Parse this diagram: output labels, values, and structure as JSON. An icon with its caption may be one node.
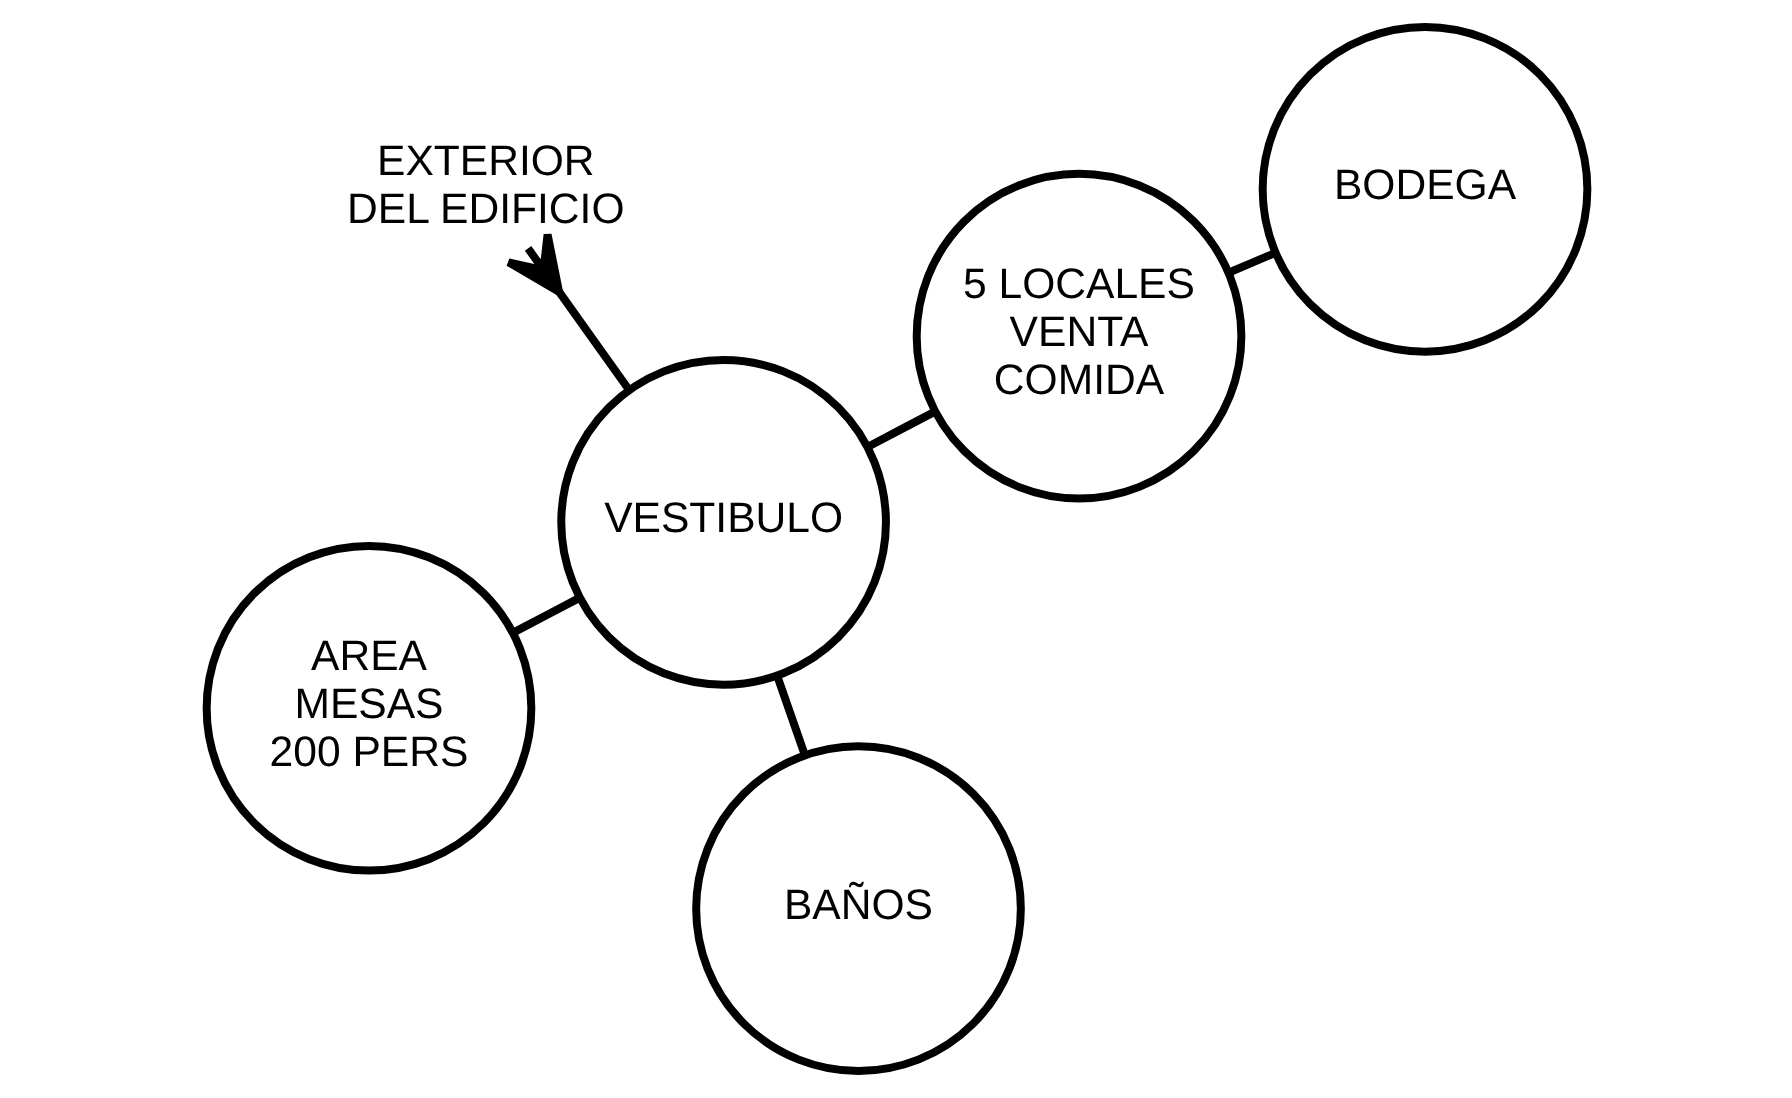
{
  "diagram": {
    "nodes": [
      {
        "text": [
          "AREA MESAS 200 PERS"
        ]
      },
      {
        "text": [
          "BODEGA"
        ]
      },
      {
        "text": [
          "BAÑOS"
        ]
      },
      {
        "text": [
          "5 LOCALES VENTA COMIDA"
        ]
      },
      {
        "text": [
          "VESTIBULO"
        ]
      },
      {
        "text": [
          "EXTERIOR DEL EDIFICIO"
        ]
      }
    ],
    "edges": [
      {
        "from": 1,
        "to": 3,
        "arrow": "none"
      },
      {
        "from": 0,
        "to": 4,
        "arrow": "none"
      },
      {
        "from": 2,
        "to": 4,
        "arrow": "none"
      },
      {
        "from": 3,
        "to": 4,
        "arrow": "none"
      },
      {
        "from": 4,
        "to": 5,
        "arrow": "other"
      }
    ]
  }
}
